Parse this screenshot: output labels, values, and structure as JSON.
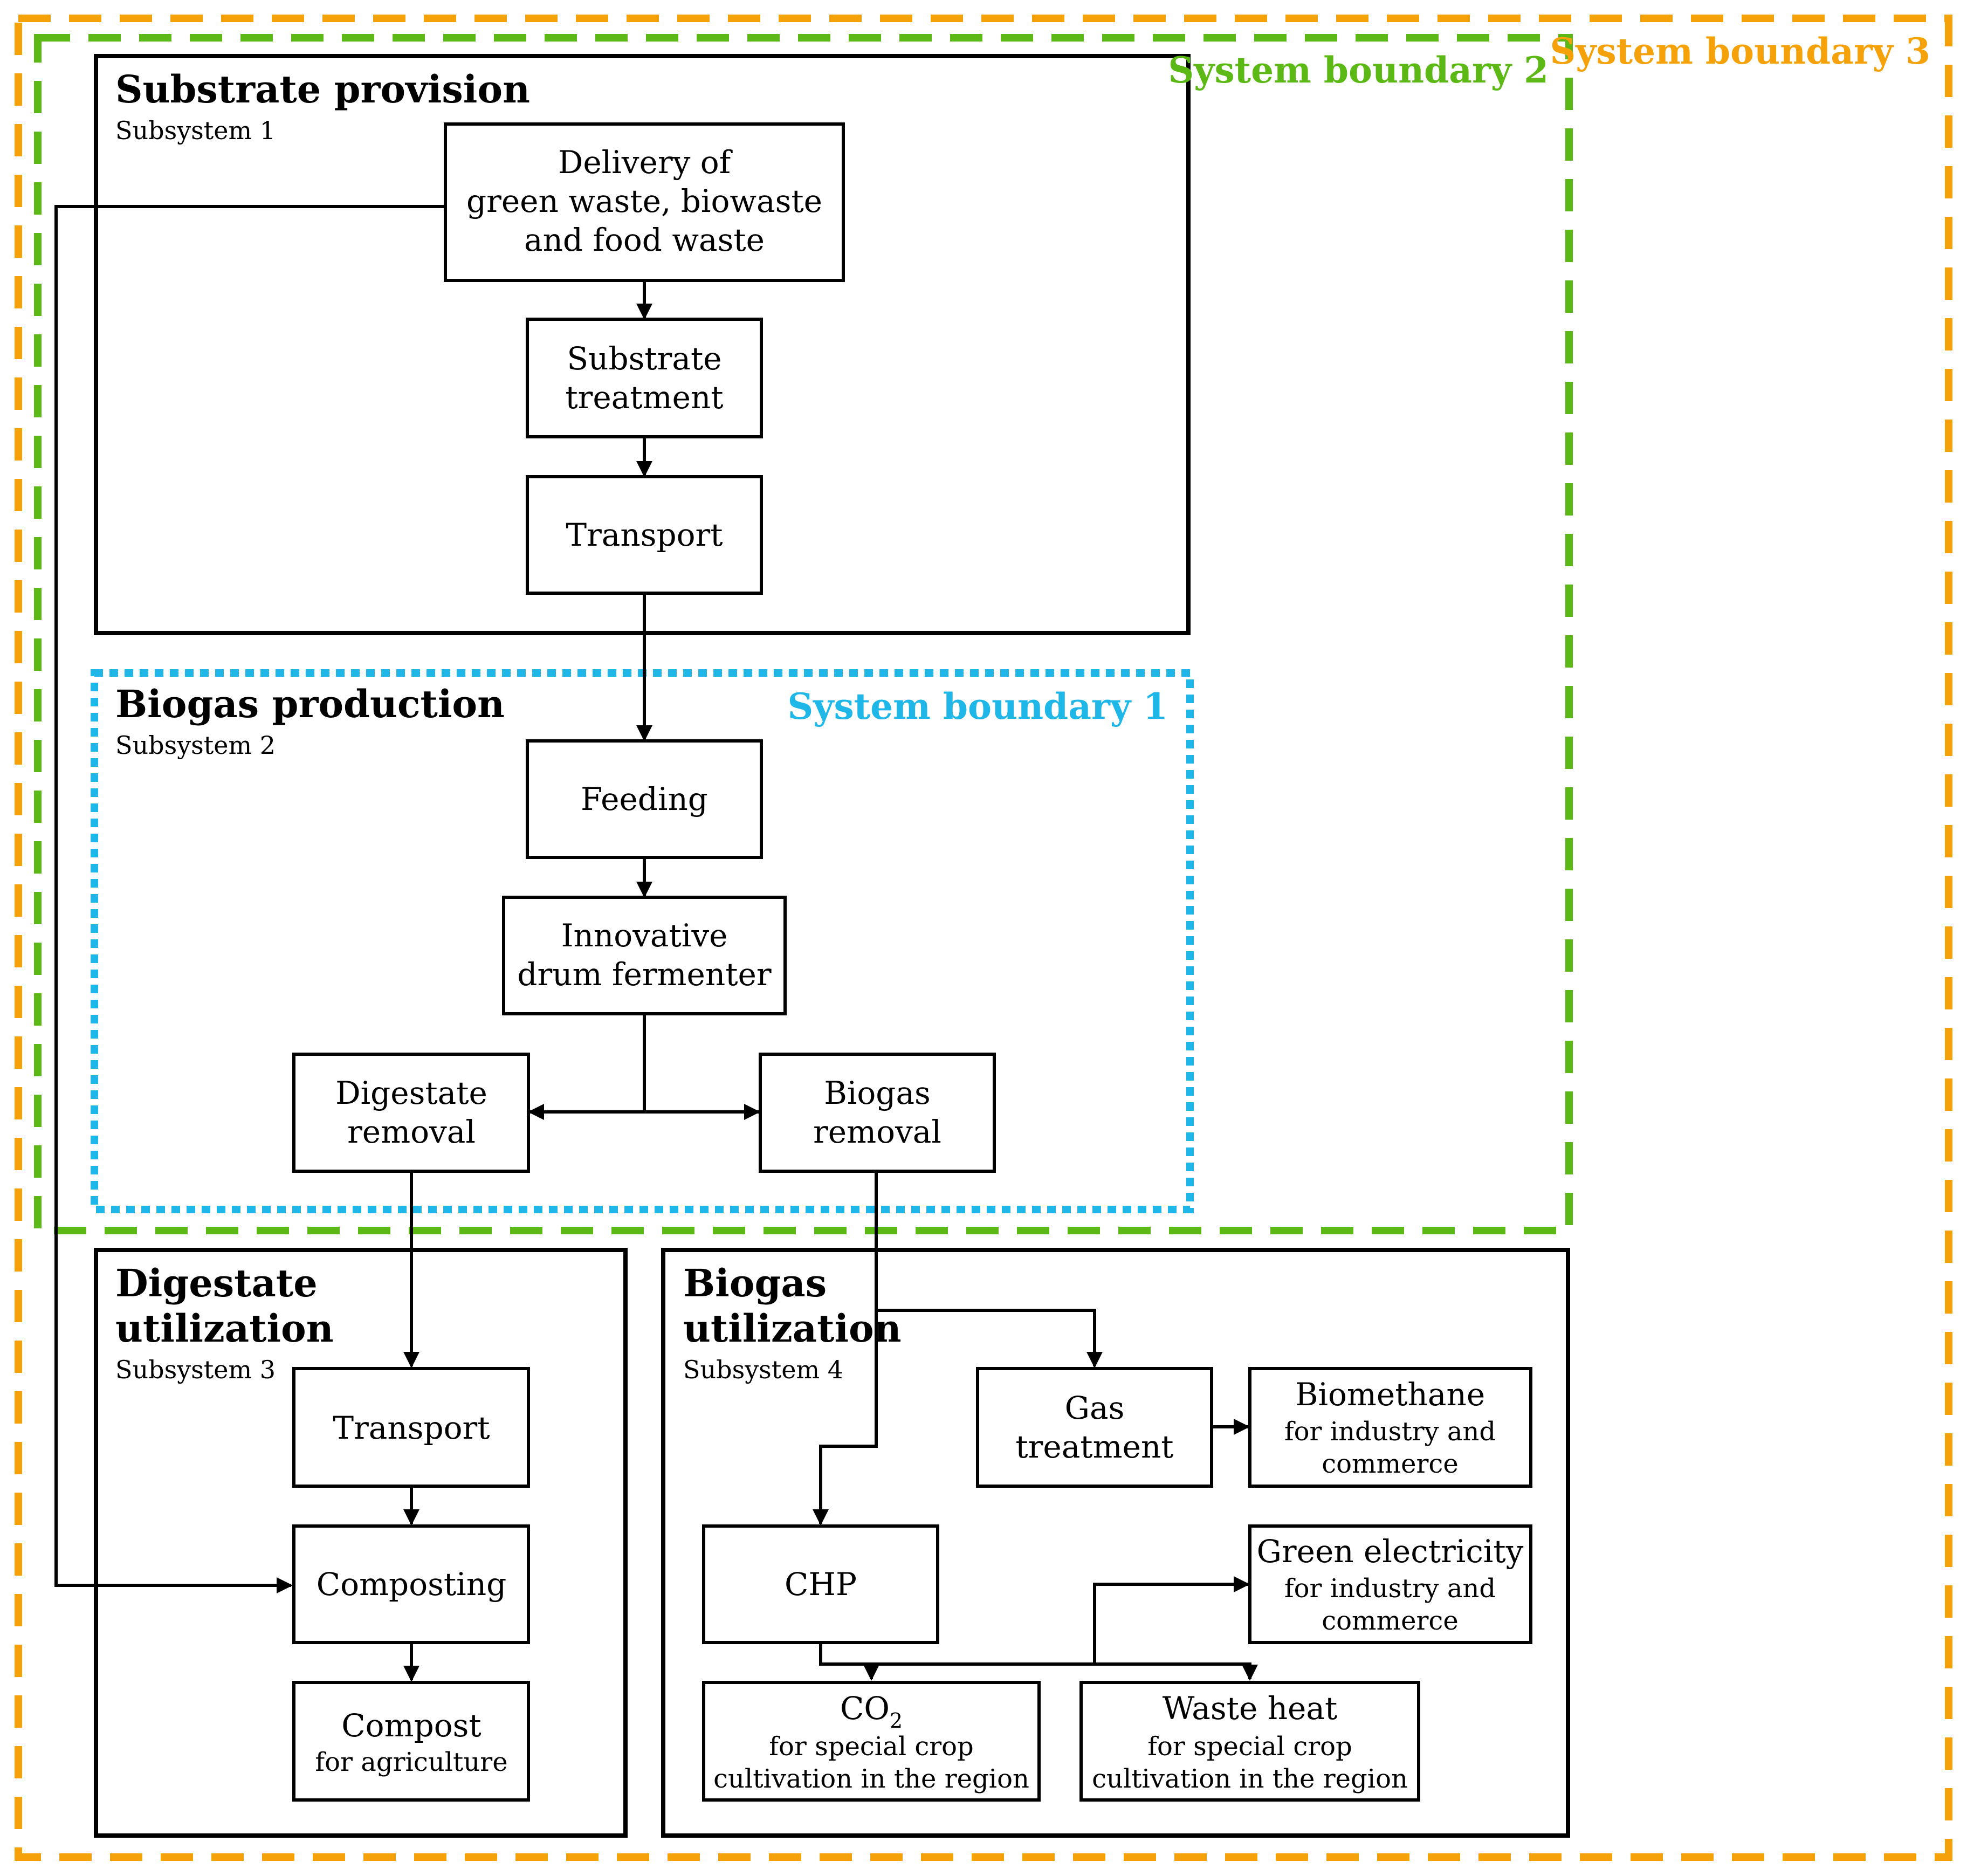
{
  "colors": {
    "boundary1": "#1fb6e8",
    "boundary2": "#5cb814",
    "boundary3": "#f5a20a",
    "line": "#000000"
  },
  "boundaries": {
    "b1": "System boundary 1",
    "b2": "System boundary 2",
    "b3": "System boundary 3"
  },
  "subsystems": {
    "s1": {
      "title": "Substrate provision",
      "subtitle": "Subsystem 1"
    },
    "s2": {
      "title": "Biogas production",
      "subtitle": "Subsystem 2"
    },
    "s3": {
      "title_line1": "Digestate",
      "title_line2": "utilization",
      "subtitle": "Subsystem 3"
    },
    "s4": {
      "title_line1": "Biogas",
      "title_line2": "utilization",
      "subtitle": "Subsystem 4"
    }
  },
  "boxes": {
    "delivery": [
      "Delivery of",
      "green waste, biowaste",
      "and food waste"
    ],
    "substrate_treatment": [
      "Substrate",
      "treatment"
    ],
    "transport1": "Transport",
    "feeding": "Feeding",
    "fermenter": [
      "Innovative",
      "drum fermenter"
    ],
    "digestate_removal": [
      "Digestate",
      "removal"
    ],
    "biogas_removal": [
      "Biogas",
      "removal"
    ],
    "transport2": "Transport",
    "composting": "Composting",
    "compost": {
      "title": "Compost",
      "note": "for agriculture"
    },
    "gas_treatment": [
      "Gas",
      "treatment"
    ],
    "biomethane": {
      "title": "Biomethane",
      "note": [
        "for industry and",
        "commerce"
      ]
    },
    "chp": "CHP",
    "green_electricity": {
      "title": "Green electricity",
      "note": [
        "for industry and",
        "commerce"
      ]
    },
    "co2": {
      "title": "CO",
      "title_sub": "2",
      "note": [
        "for special crop",
        "cultivation in the region"
      ]
    },
    "waste_heat": {
      "title": "Waste heat",
      "note": [
        "for special crop",
        "cultivation in the region"
      ]
    }
  }
}
